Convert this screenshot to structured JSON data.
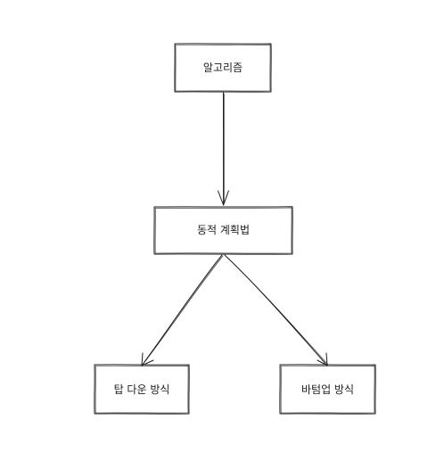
{
  "diagram": {
    "nodes": {
      "algorithm": "알고리즘",
      "dynamic_programming": "동적 계획법",
      "top_down": "탑 다운 방식",
      "bottom_up": "바텀업 방식"
    },
    "edges": [
      {
        "from": "algorithm",
        "to": "dynamic_programming"
      },
      {
        "from": "dynamic_programming",
        "to": "top_down"
      },
      {
        "from": "dynamic_programming",
        "to": "bottom_up"
      }
    ],
    "colors": {
      "stroke": "#1e1e1e",
      "background": "#ffffff"
    }
  }
}
